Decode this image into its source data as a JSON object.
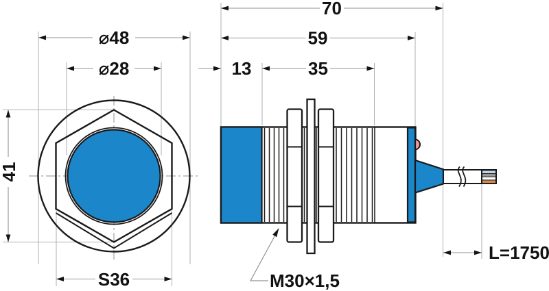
{
  "drawing": {
    "front": {
      "outer_diameter": "⌀48",
      "face_diameter": "⌀28",
      "nut_height": "41",
      "wrench_size": "S36"
    },
    "side": {
      "total_length": "70",
      "body_length": "59",
      "front_length": "13",
      "thread_length": "35",
      "thread_spec": "M30×1,5",
      "cable_length": "L=1750"
    },
    "colors": {
      "body_blue": "#1b86c9",
      "led_pink": "#f29898",
      "wire_blue": "#bfd3e0",
      "wire_gray": "#9b9b9b",
      "wire_white": "#ffffff",
      "wire_brown": "#d58a4e"
    }
  }
}
